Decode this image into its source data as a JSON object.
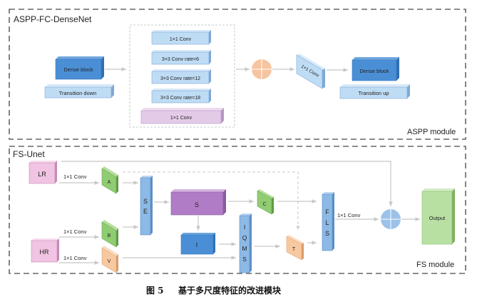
{
  "aspp_section": {
    "title": "ASPP-FC-DenseNet",
    "module_label": "ASPP module",
    "left_dense_block": "Dense block",
    "transition_down": "Transition down",
    "aspp_branches": [
      "1×1 Conv",
      "3×3 Conv rate=6",
      "3×3 Conv rate=12",
      "3×3 Conv rate=18"
    ],
    "pooling_branch": "1×1 Conv",
    "fuse_conv": "1×1 Conv",
    "right_dense_block": "Dense block",
    "transition_up": "Transition up"
  },
  "fs_section": {
    "title": "FS-Unet",
    "module_label": "FS module",
    "lr_input": "LR",
    "hr_input": "HR",
    "conv_a_label": "1×1 Conv",
    "conv_b_label": "1×1 Conv",
    "conv_v_label": "1×1 Conv",
    "node_a": "A",
    "node_b": "B",
    "node_v": "V",
    "se_block": [
      "S",
      "E"
    ],
    "s_block": "S",
    "i_block": "I",
    "iqms_block": [
      "I",
      "Q",
      "M",
      "S"
    ],
    "node_c": "C",
    "node_t": "T",
    "fls_block": [
      "F",
      "L",
      "S"
    ],
    "fls_conv_label": "1×1 Conv",
    "output": "Output"
  },
  "caption": {
    "figure_number": "图 5",
    "text": "基于多尺度特征的改进模块"
  },
  "colors": {
    "dense_block": "#4a8fd6",
    "light_blue": "#bfdcf5",
    "purple_light": "#e3cbe8",
    "purple": "#b07cc6",
    "pink": "#f0c4e2",
    "green": "#90cc72",
    "orange": "#f8c8a0",
    "plus_orange": "#f7c4a0",
    "plus_blue": "#9cc2ea",
    "output_green": "#b8e0a2"
  }
}
